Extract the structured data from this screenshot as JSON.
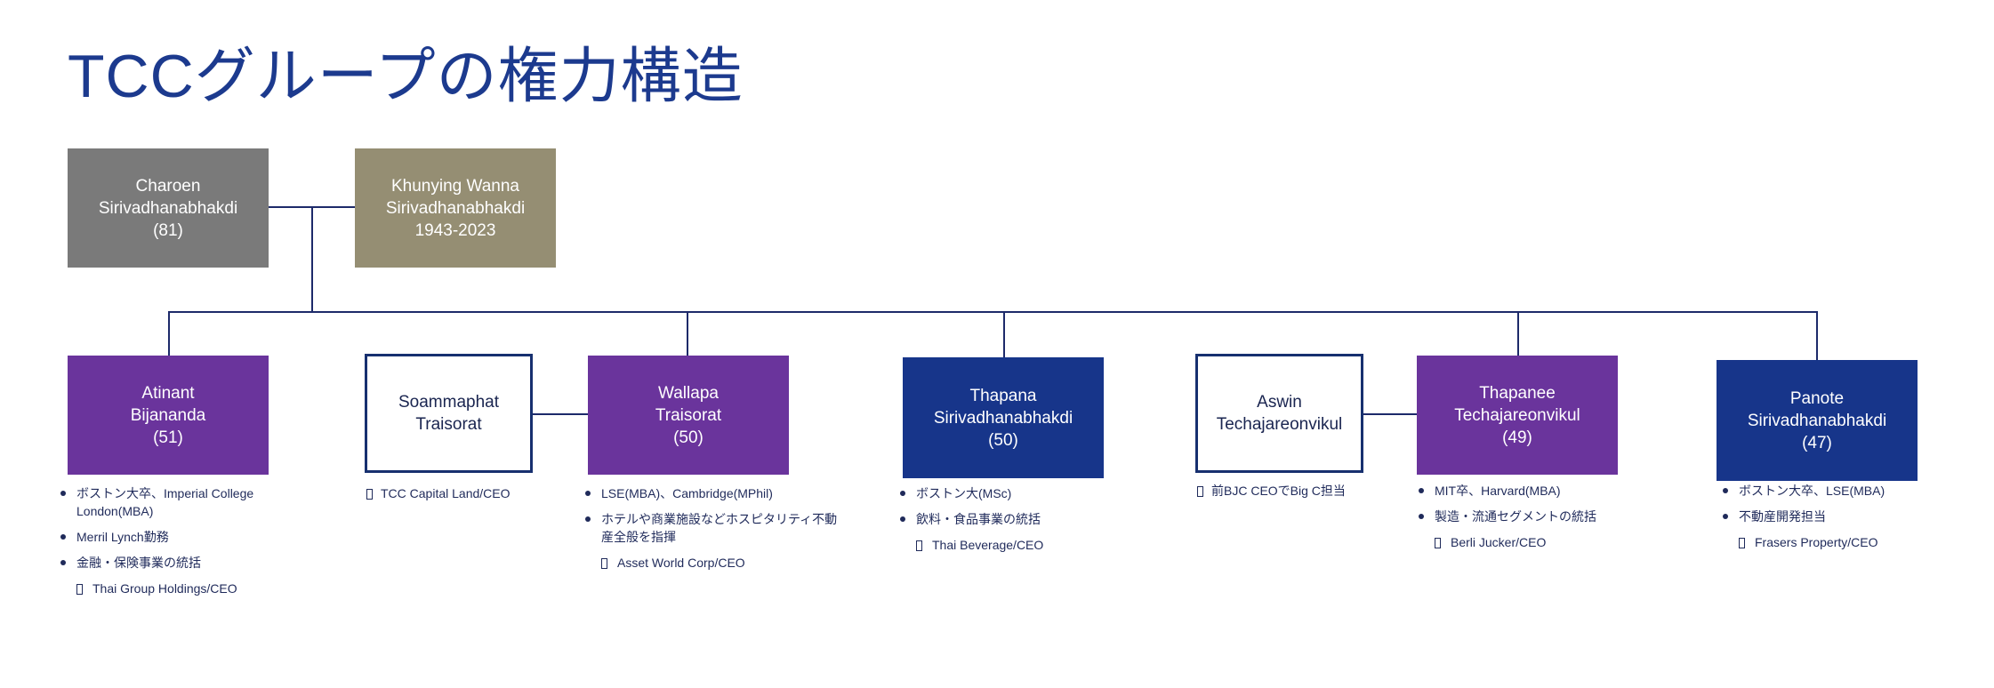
{
  "title": "TCCグループの権力構造",
  "colors": {
    "title": "#1c3a8e",
    "purple": "#6a349c",
    "navy": "#17358a",
    "gray": "#7a7a7a",
    "khaki": "#958e73"
  },
  "parents": [
    {
      "lines": [
        "Charoen",
        "Sirivadhanabhakdi",
        "(81)"
      ]
    },
    {
      "lines": [
        "Khunying Wanna",
        "Sirivadhanabhakdi",
        "1943-2023"
      ]
    }
  ],
  "children": [
    {
      "lines": [
        "Atinant",
        "Bijananda",
        "(51)"
      ],
      "bullets": [
        "ボストン大卒、Imperial College London(MBA)",
        "Merril Lynch勤務",
        "金融・保険事業の統括"
      ],
      "sub": [
        "Thai Group Holdings/CEO"
      ]
    },
    {
      "lines": [
        "Soammaphat",
        "Traisorat"
      ],
      "sub": [
        "TCC Capital Land/CEO"
      ]
    },
    {
      "lines": [
        "Wallapa",
        "Traisorat",
        "(50)"
      ],
      "bullets": [
        "LSE(MBA)、Cambridge(MPhil)",
        "ホテルや商業施設などホスピタリティ不動産全般を指揮"
      ],
      "sub": [
        "Asset World Corp/CEO"
      ]
    },
    {
      "lines": [
        "Thapana",
        "Sirivadhanabhakdi",
        "(50)"
      ],
      "bullets": [
        "ボストン大(MSc)",
        "飲料・食品事業の統括"
      ],
      "sub": [
        "Thai Beverage/CEO"
      ]
    },
    {
      "lines": [
        "Aswin",
        "Techajareonvikul"
      ],
      "sub": [
        "前BJC CEOでBig C担当"
      ]
    },
    {
      "lines": [
        "Thapanee",
        "Techajareonvikul",
        "(49)"
      ],
      "bullets": [
        "MIT卒、Harvard(MBA)",
        "製造・流通セグメントの統括"
      ],
      "sub": [
        "Berli Jucker/CEO"
      ]
    },
    {
      "lines": [
        "Panote",
        "Sirivadhanabhakdi",
        "(47)"
      ],
      "bullets": [
        "ボストン大卒、LSE(MBA)",
        "不動産開発担当"
      ],
      "sub": [
        "Frasers Property/CEO"
      ]
    }
  ]
}
